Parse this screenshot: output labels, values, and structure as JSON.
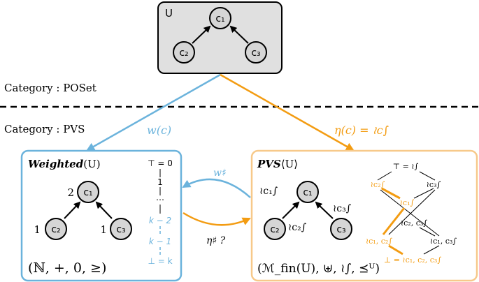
{
  "colors": {
    "blue": "#6bb3dc",
    "orange": "#f39c12",
    "gray_box": "#e0e0e0",
    "node_fill": "#d6d6d6",
    "orange_box_border": "#f7c98a"
  },
  "top_box": {
    "title": "U",
    "nodes": {
      "c1": "c₁",
      "c2": "c₂",
      "c3": "c₃"
    }
  },
  "categories": {
    "poset": "Category : POSet",
    "pvs": "Category : PVS"
  },
  "arrows": {
    "w_label": "w(c)",
    "eta_label": "η(c) = ≀c∫",
    "w_sharp": "w♯",
    "eta_sharp": "η♯ ?"
  },
  "weighted_box": {
    "title_italic": "Weighted",
    "title_rest": "(U)",
    "nodes": {
      "c1": "c₁",
      "c2": "c₂",
      "c3": "c₃"
    },
    "weights": {
      "c1": "2",
      "c2": "1",
      "c3": "1"
    },
    "ladder": {
      "top": "⊤ = 0",
      "one": "1",
      "dots": "⋯",
      "k2": "k − 2",
      "k1": "k − 1",
      "bottom": "⊥ = k"
    },
    "structure": "(ℕ, +, 0, ≥)"
  },
  "pvs_box": {
    "title_italic": "PVS",
    "title_rest": "⟨U⟩",
    "nodes": {
      "c1": "c₁",
      "c2": "c₂",
      "c3": "c₃"
    },
    "node_labels": {
      "c1": "≀c₁∫",
      "c2": "≀c₂∫",
      "c3": "≀c₃∫"
    },
    "lattice": {
      "top": "⊤ = ≀∫",
      "c2": "≀c₂∫",
      "c3": "≀c₃∫",
      "c1": "≀c₁∫",
      "c2c3": "≀c₂, c₃∫",
      "c1c2": "≀c₁, c₂∫",
      "c1c3": "≀c₁, c₃∫",
      "bottom": "⊥ = ≀c₁, c₂, c₃∫"
    },
    "structure": "(ℳ_fin(U), ⊎, ≀∫, ⪯ᵁ)"
  }
}
